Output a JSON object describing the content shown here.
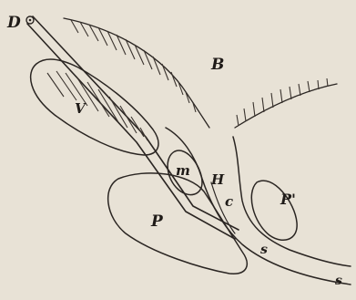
{
  "figure": {
    "labels": {
      "D": "D",
      "B": "B",
      "V": "V",
      "m": "m",
      "H": "H",
      "c": "c",
      "P": "P",
      "P_prime": "P'",
      "s": "s",
      "s_lower": "s"
    }
  }
}
